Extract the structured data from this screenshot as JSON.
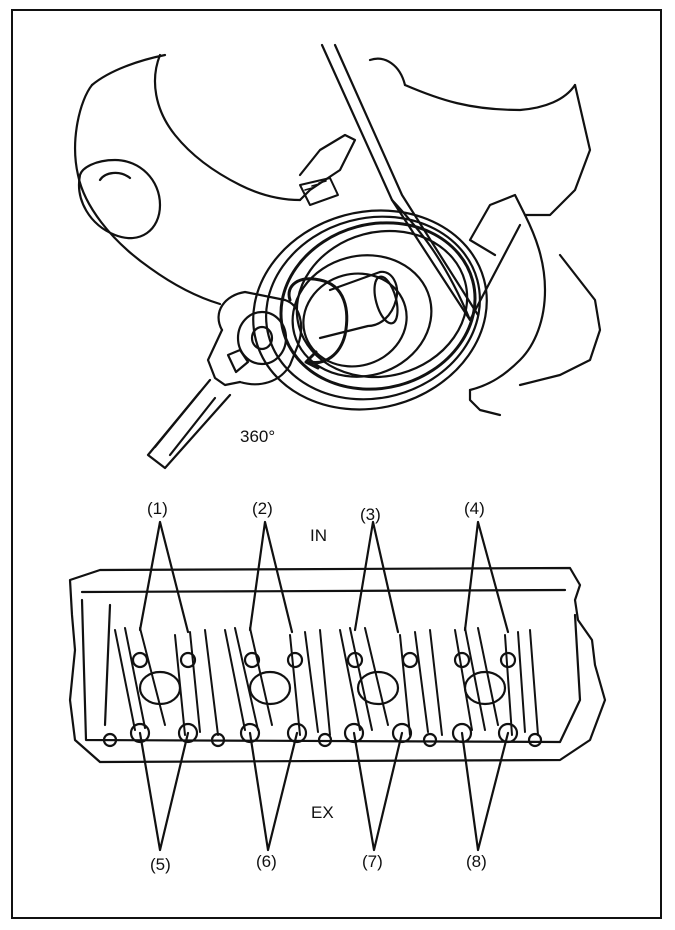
{
  "top_figure": {
    "rotation_label": "360°"
  },
  "bottom_figure": {
    "side_top": "IN",
    "side_bottom": "EX",
    "callouts_top": [
      "(1)",
      "(2)",
      "(3)",
      "(4)"
    ],
    "callouts_bottom": [
      "(5)",
      "(6)",
      "(7)",
      "(8)"
    ]
  }
}
